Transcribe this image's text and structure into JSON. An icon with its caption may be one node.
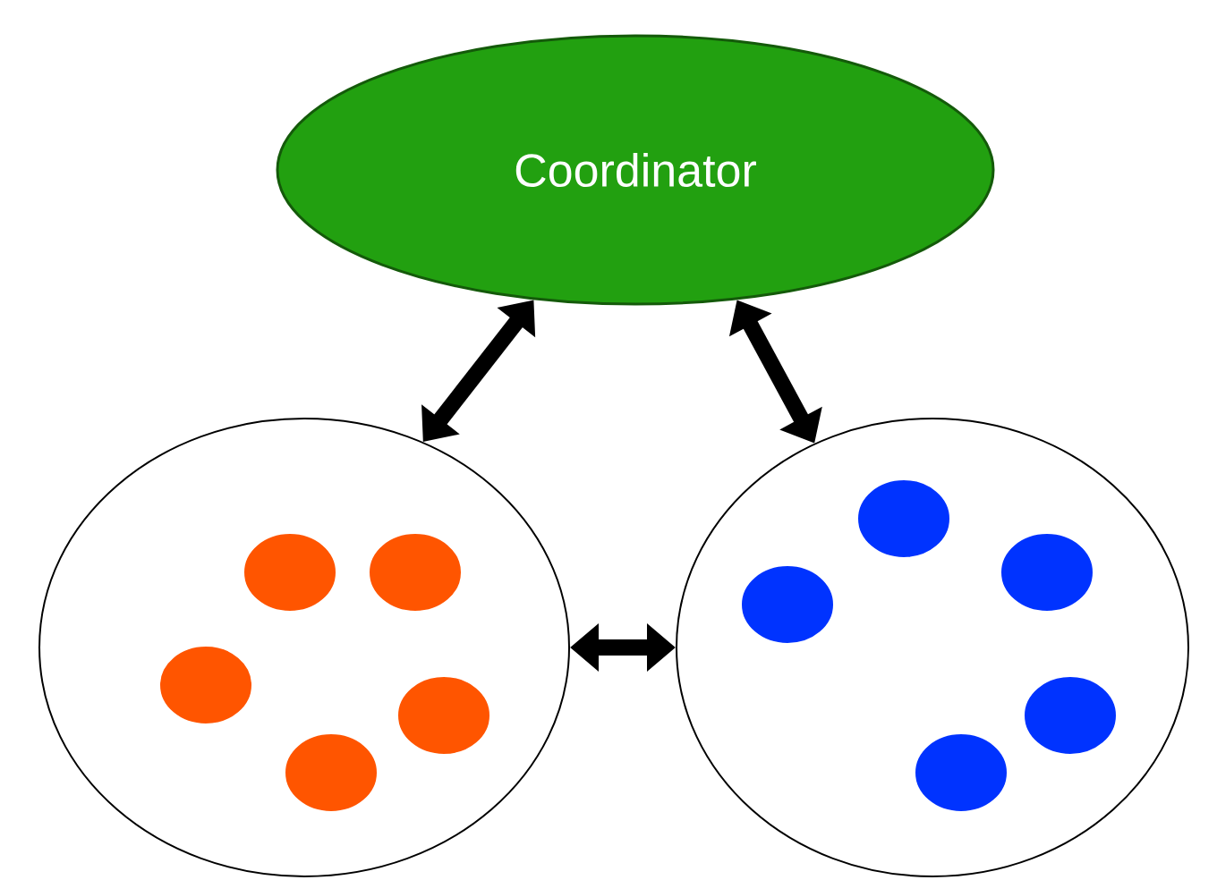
{
  "diagram": {
    "nodes": [
      {
        "text": [
          "Coordinator"
        ]
      },
      {
        "text": [],
        "shape": "circle"
      },
      {
        "text": [],
        "shape": "circle"
      }
    ],
    "edges": [
      {
        "from": 0,
        "to": 1,
        "arrow": "both"
      },
      {
        "from": 0,
        "to": 2,
        "arrow": "both"
      },
      {
        "from": 1,
        "to": 2,
        "arrow": "both"
      }
    ]
  }
}
